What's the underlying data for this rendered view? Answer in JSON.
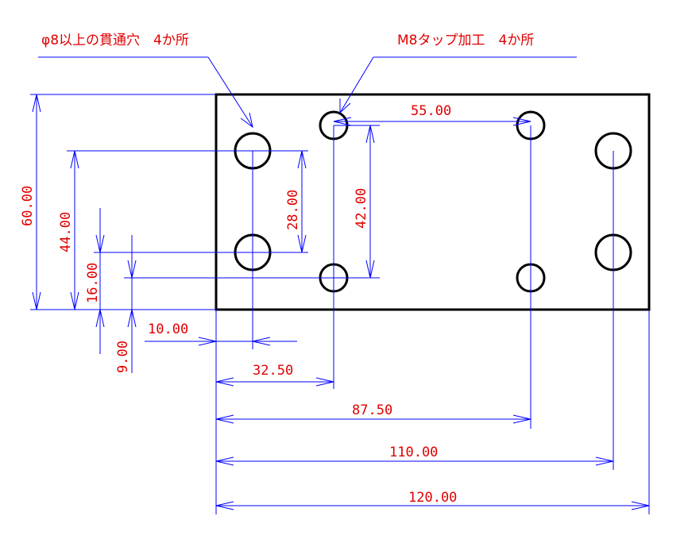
{
  "notes": {
    "through_hole": "φ8以上の貫通穴　4か所",
    "tap": "M8タップ加工　4か所"
  },
  "dimensions": {
    "d_60": "60.00",
    "d_44": "44.00",
    "d_16": "16.00",
    "d_9": "9.00",
    "d_28": "28.00",
    "d_42": "42.00",
    "d_55": "55.00",
    "d_10": "10.00",
    "d_32_5": "32.50",
    "d_87_5": "87.50",
    "d_110": "110.00",
    "d_120": "120.00"
  },
  "colors": {
    "dimension_line": "#0000ff",
    "dimension_text": "#e00000",
    "outline": "#000000"
  },
  "icons": {
    "arrowhead": "open-arrow-icon"
  }
}
